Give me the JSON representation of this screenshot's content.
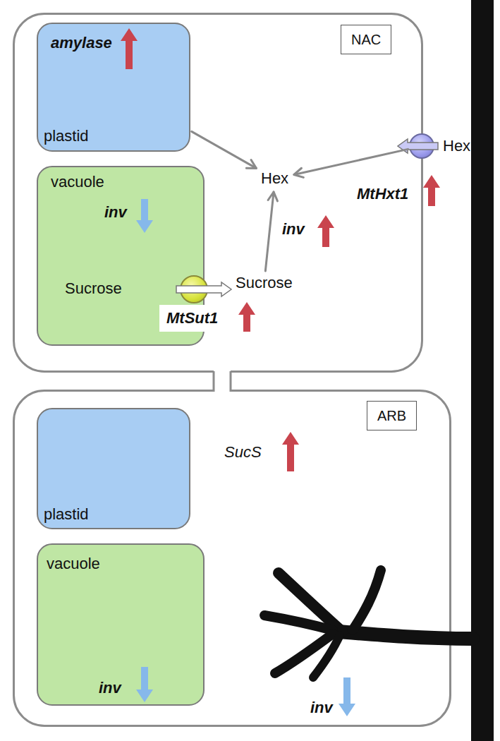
{
  "diagram": {
    "nodes": [
      {
        "text": [
          "NAC"
        ]
      },
      {
        "text": [
          "amylase",
          "plastid"
        ],
        "in": 0
      },
      {
        "text": [
          "vacuole",
          "inv",
          "Sucrose"
        ],
        "in": 0
      },
      {
        "text": [
          "Hex"
        ],
        "in": 0
      },
      {
        "text": [
          "MtSut1"
        ],
        "in": 0
      },
      {
        "text": [
          "Sucrose"
        ],
        "in": 0
      },
      {
        "text": [
          "MtHxt1"
        ],
        "in": 0
      },
      {
        "text": [
          "Hex"
        ]
      },
      {
        "text": [
          "ARB"
        ]
      },
      {
        "text": [
          "plastid"
        ],
        "in": 8
      },
      {
        "text": [
          "vacuole",
          "inv"
        ],
        "in": 8
      }
    ],
    "edges": [
      {
        "from": 1,
        "to": 3,
        "arrow": "to"
      },
      {
        "from": 6,
        "to": 3,
        "arrow": "to"
      },
      {
        "from": 5,
        "to": 3,
        "arrow": "to"
      }
    ],
    "labels": [
      "inv",
      "SucS",
      "inv"
    ]
  }
}
